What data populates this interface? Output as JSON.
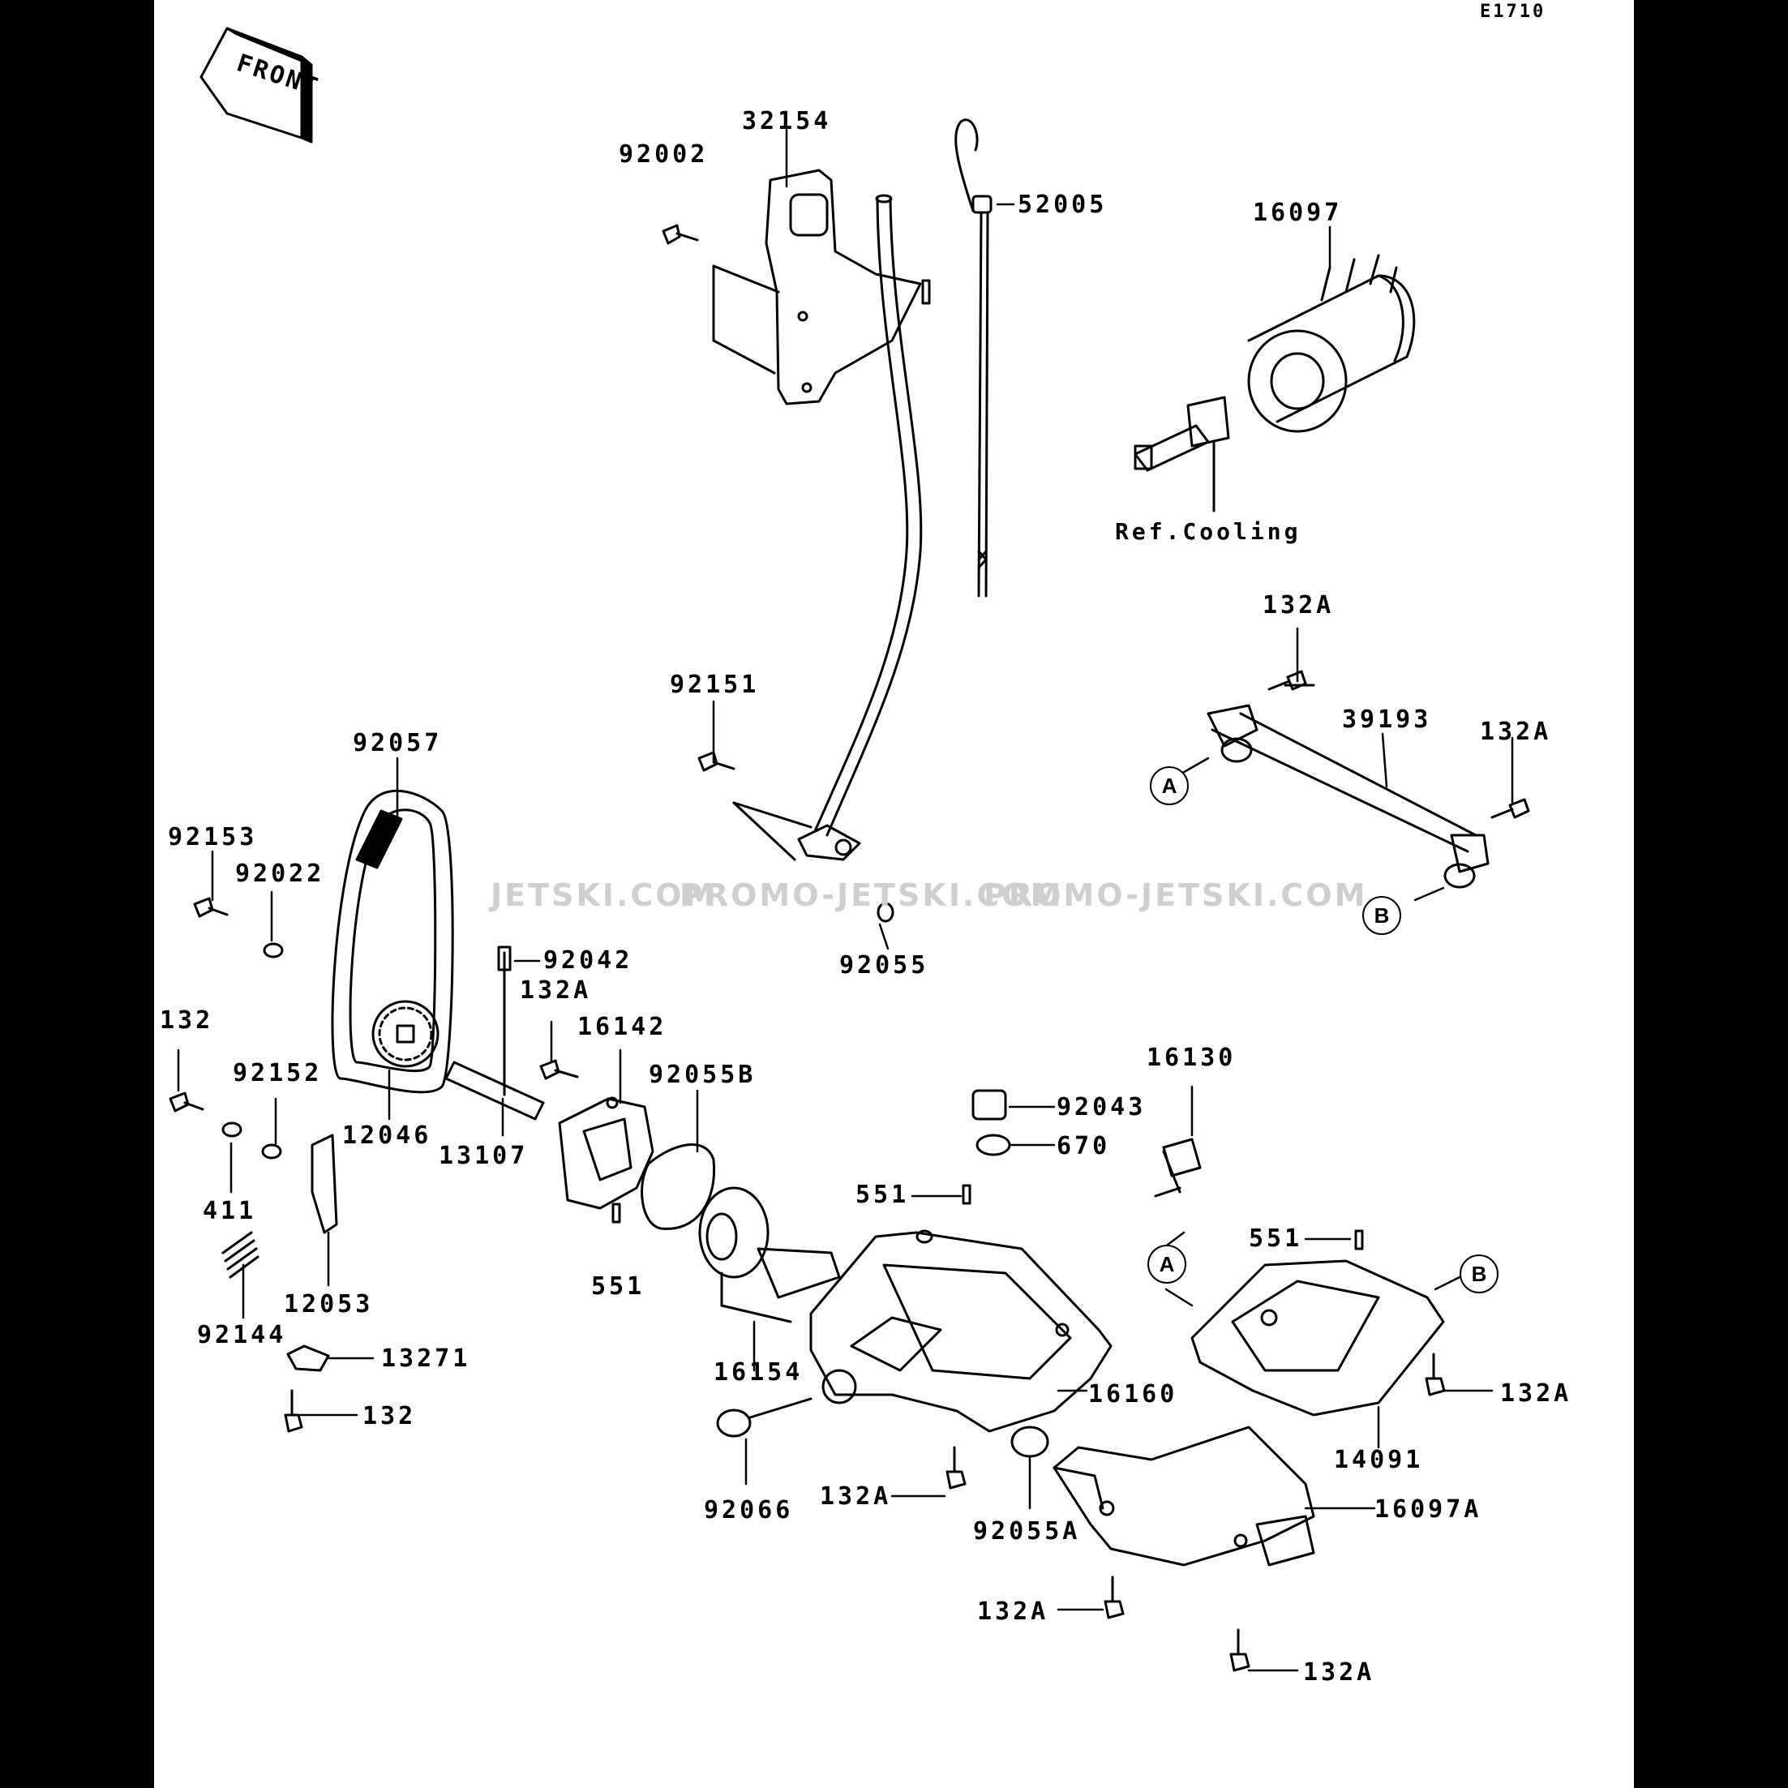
{
  "diagram_code": "E1710",
  "front_marker": "FRONT",
  "reference_note": "Ref.Cooling",
  "watermarks": [
    "JETSKI.COM",
    "PROMO-JETSKI.COM",
    "PROMO-JETSKI.COM"
  ],
  "circle_refs": {
    "a1": "A",
    "b1": "B",
    "a2": "A",
    "b2": "B"
  },
  "part_labels": {
    "p32154": "32154",
    "p92002": "92002",
    "p52005": "52005",
    "p16097": "16097",
    "p132A_1": "132A",
    "p39193": "39193",
    "p132A_2": "132A",
    "p92151": "92151",
    "p92057": "92057",
    "p92153": "92153",
    "p92022": "92022",
    "p92055": "92055",
    "p92042": "92042",
    "p132A_3": "132A",
    "p16142": "16142",
    "p92055B": "92055B",
    "p132_1": "132",
    "p92152": "92152",
    "p12046": "12046",
    "p13107": "13107",
    "p16130": "16130",
    "p92043": "92043",
    "p670": "670",
    "p551_1": "551",
    "p551_2": "551",
    "p551_3": "551",
    "p411": "411",
    "p12053": "12053",
    "p92144": "92144",
    "p13271": "13271",
    "p132_2": "132",
    "p16154": "16154",
    "p16160": "16160",
    "p92066": "92066",
    "p132A_4": "132A",
    "p92055A": "92055A",
    "p14091": "14091",
    "p132A_5": "132A",
    "p16097A": "16097A",
    "p132A_6": "132A",
    "p132A_7": "132A"
  }
}
